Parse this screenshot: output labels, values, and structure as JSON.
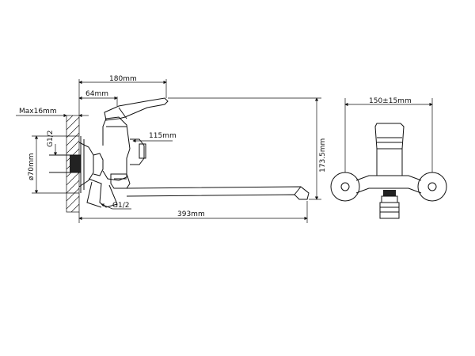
{
  "dimensions": {
    "top_width": "180mm",
    "handle_offset": "64mm",
    "max_wall": "Max16mm",
    "thread_top": "G1/2",
    "outlet_height": "115mm",
    "escutcheon_dia": "ø70mm",
    "total_height": "173.5mm",
    "thread_bottom": "G1/2",
    "spout_length": "393mm",
    "center_distance": "150±15mm"
  }
}
